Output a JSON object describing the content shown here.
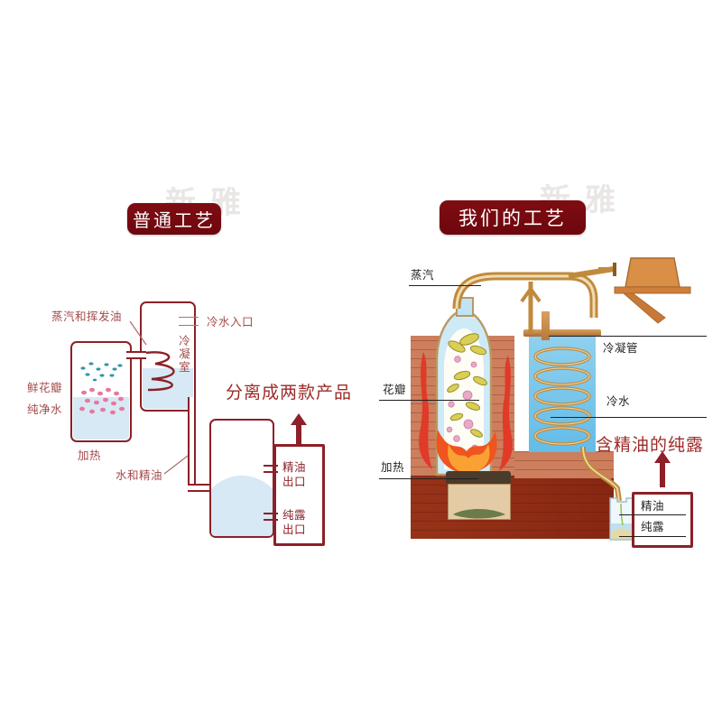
{
  "page": {
    "background": "#ffffff",
    "accent_dark_red": "#76090f",
    "accent_red": "#8d2028",
    "label_red": "#a34a4a",
    "watermark_text": "新 雅"
  },
  "left_panel": {
    "badge": "普通工艺",
    "callout": "分离成两款产品",
    "labels": {
      "vapor_and_volatile_oil": "蒸汽和挥发油",
      "cold_water_inlet": "冷水入口",
      "condensing_chamber": "冷凝室",
      "fresh_petals": "鲜花瓣",
      "pure_water": "纯净水",
      "heating": "加热",
      "water_and_essential_oil": "水和精油",
      "essential_oil_outlet": "精油\n出口",
      "essential_oil_outlet_line1": "精油",
      "essential_oil_outlet_line2": "出口",
      "hydrosol_outlet_line1": "纯露",
      "hydrosol_outlet_line2": "出口"
    }
  },
  "right_panel": {
    "badge": "我们的工艺",
    "callout": "含精油的纯露",
    "labels": {
      "steam": "蒸汽",
      "petals": "花瓣",
      "heating": "加热",
      "condenser_tube": "冷凝管",
      "cold_water": "冷水",
      "jar_essential_oil": "精油",
      "jar_hydrosol": "纯露"
    }
  }
}
